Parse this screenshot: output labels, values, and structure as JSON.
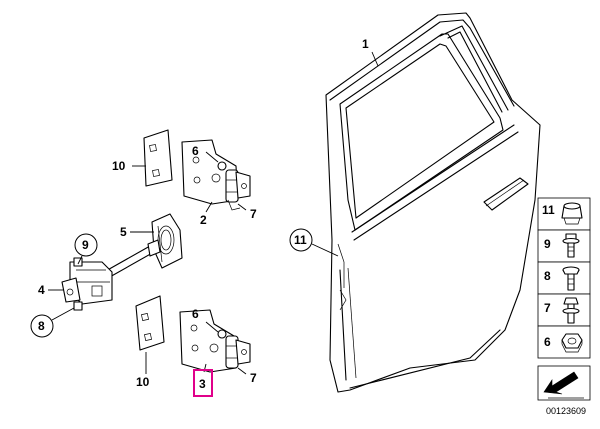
{
  "diagram": {
    "callouts": {
      "door": "1",
      "upper_hinge": "2",
      "lower_hinge": "3",
      "door_check": "4",
      "check_bracket": "5",
      "upper_hinge_bolt": "6",
      "upper_hinge_nut": "7",
      "lower_hinge_bolt": "6",
      "lower_hinge_nut": "7",
      "check_bolt_lower": "8",
      "check_bolt_upper": "9",
      "upper_gasket": "10",
      "lower_gasket": "10",
      "door_callout": "11"
    },
    "side_panel": {
      "items": [
        "11",
        "9",
        "8",
        "7",
        "6"
      ]
    },
    "highlight": "3",
    "diagram_number": "00123609"
  }
}
